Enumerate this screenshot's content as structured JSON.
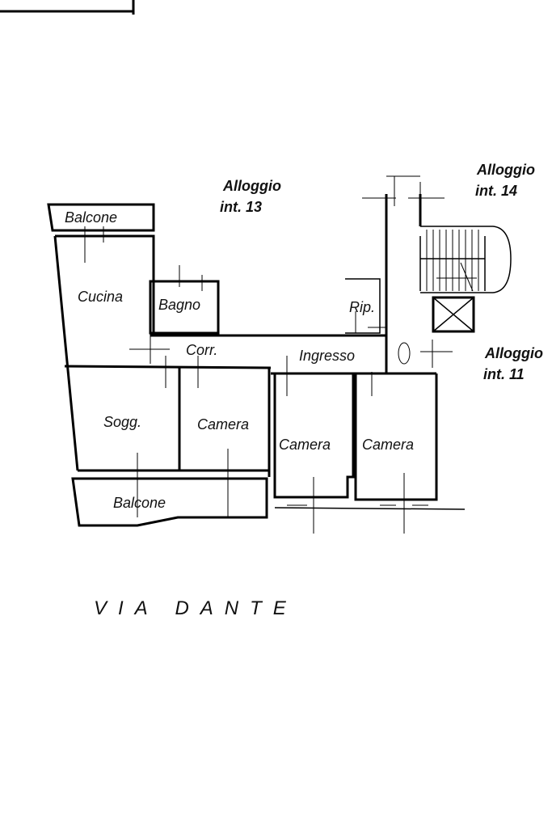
{
  "labels": {
    "balcone_top": "Balcone",
    "cucina": "Cucina",
    "bagno": "Bagno",
    "rip": "Rip.",
    "corr": "Corr.",
    "ingresso": "Ingresso",
    "sogg": "Sogg.",
    "camera_1": "Camera",
    "camera_2": "Camera",
    "camera_3": "Camera",
    "balcone_bottom": "Balcone",
    "alloggio_13_name": "Alloggio",
    "alloggio_13_int": "int. 13",
    "alloggio_14_name": "Alloggio",
    "alloggio_14_int": "int. 14",
    "alloggio_11_name": "Alloggio",
    "alloggio_11_int": "int. 11",
    "street": "VIA DANTE"
  }
}
